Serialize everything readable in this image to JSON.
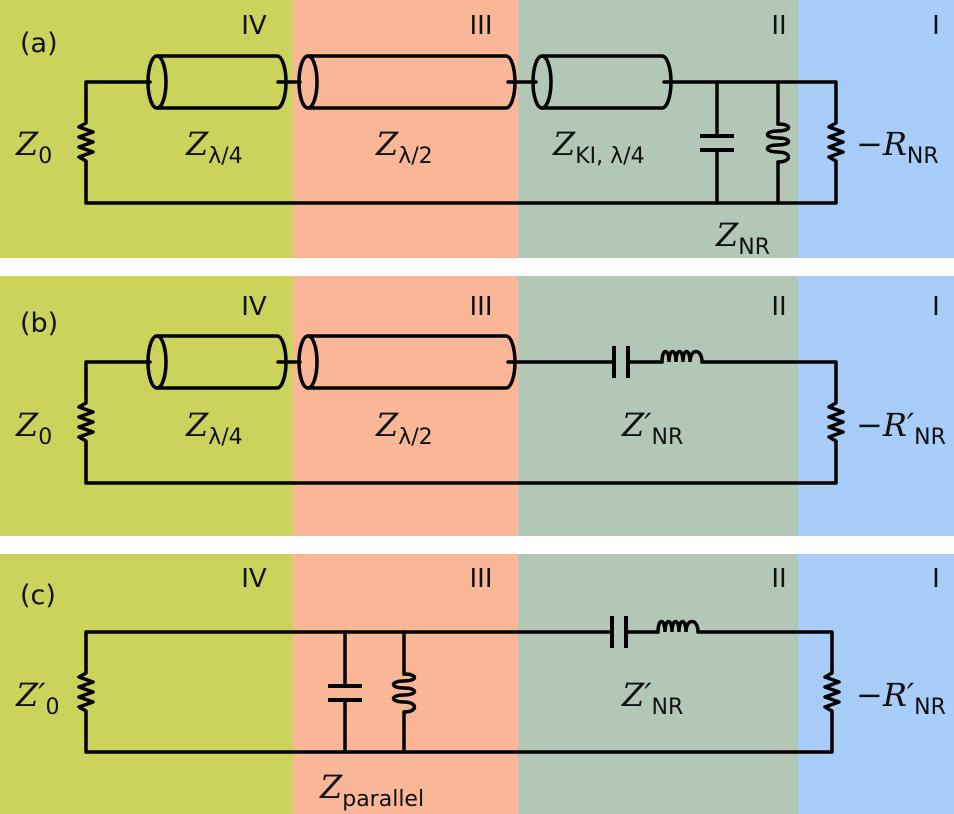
{
  "colors": {
    "region_IV": "#cbd35c",
    "region_III": "#f9b797",
    "region_II": "#b3c7b7",
    "region_I": "#a7cdf8",
    "line": "#000000"
  },
  "regions": [
    "IV",
    "III",
    "II",
    "I"
  ],
  "panels": [
    {
      "id": "a",
      "tag": "(a)",
      "labels": {
        "z0": "Z",
        "z0_sub": "0",
        "zq": "Z",
        "zq_sub": "λ/4",
        "zh": "Z",
        "zh_sub": "λ/2",
        "zki": "Z",
        "zki_sub": "KI, λ/4",
        "znr": "Z",
        "znr_sub": "NR",
        "r": "−R",
        "r_sub": "NR"
      }
    },
    {
      "id": "b",
      "tag": "(b)",
      "labels": {
        "z0": "Z",
        "z0_sub": "0",
        "zq": "Z",
        "zq_sub": "λ/4",
        "zh": "Z",
        "zh_sub": "λ/2",
        "znr": "Z′",
        "znr_sub": "NR",
        "r": "−R′",
        "r_sub": "NR"
      }
    },
    {
      "id": "c",
      "tag": "(c)",
      "labels": {
        "z0": "Z′",
        "z0_sub": "0",
        "znr": "Z′",
        "znr_sub": "NR",
        "r": "−R′",
        "r_sub": "NR",
        "zp": "Z",
        "zp_sub": "parallel"
      }
    }
  ]
}
